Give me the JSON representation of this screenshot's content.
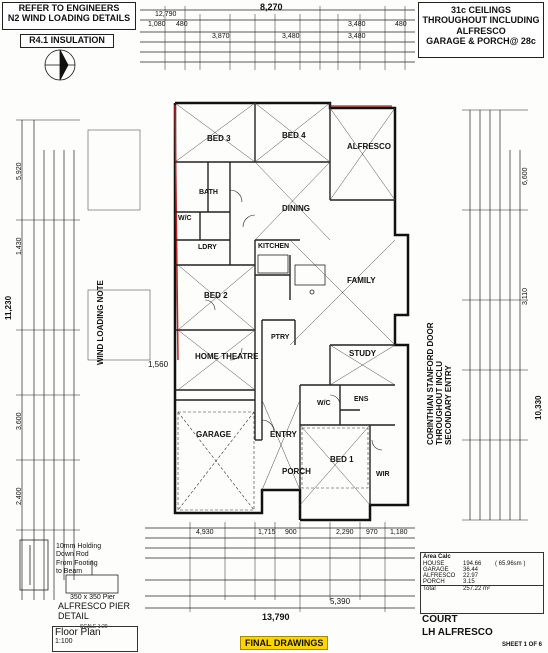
{
  "notes": {
    "engineers": "REFER TO ENGINEERS\nN2 WIND LOADING DETAILS",
    "insulation": "R4.1 INSULATION",
    "ceilings": "31c CEILINGS\nTHROUGHOUT INCLUDING\nALFRESCO\nGARAGE & PORCH@ 28c",
    "wind_loading": "WIND LOADING NOTE",
    "front_door": "CORINTHIAN STANFORD DOOR\nTHROUGHOUT INCLU\nSECONDARY ENTRY",
    "hold_down": "10mm Holding\nDown Rod\nFrom Footing\nto Beam",
    "pier_size": "350 x 350 Pier",
    "pier_detail": "ALFRESCO PIER\nDETAIL",
    "scale_note": "SCALE 1:20"
  },
  "top_dims": {
    "overall": "12,790",
    "row1": [
      "1,080",
      "480",
      "8,270",
      "3,480",
      "480"
    ],
    "row2": [
      "3,870",
      "3,480",
      "3,480"
    ]
  },
  "left_dims": [
    "5,920",
    "1,430",
    "11,230",
    "3,600",
    "2,400",
    "1,560"
  ],
  "right_dims": [
    "6,600",
    "3,110",
    "10,330"
  ],
  "bottom_dims": {
    "row1": [
      "4,930",
      "1,715",
      "900",
      "2,290",
      "970",
      "1,180"
    ],
    "overall": "13,790",
    "row2": [
      "5,390"
    ]
  },
  "rooms": {
    "bed3": "BED 3",
    "bed4": "BED 4",
    "alfresco": "ALFRESCO",
    "dining": "DINING",
    "bath": "BATH",
    "wc1": "W/C",
    "ldry": "LDRY",
    "kitchen": "KITCHEN",
    "family": "FAMILY",
    "bed2": "BED 2",
    "pantry": "PTRY",
    "home_theatre": "HOME THEATRE",
    "study": "STUDY",
    "garage": "GARAGE",
    "entry": "ENTRY",
    "porch": "PORCH",
    "wc2": "W/C",
    "ens": "ENS",
    "bed1": "BED 1",
    "wir": "WIR"
  },
  "area_calc": {
    "title": "Area Calc",
    "rows": [
      {
        "label": "HOUSE",
        "value": "194.66"
      },
      {
        "label": "GARAGE",
        "value": "36.44"
      },
      {
        "label": "ALFRESCO",
        "value": "22.97"
      },
      {
        "label": "PORCH",
        "value": "3.15"
      },
      {
        "label": "Total",
        "value": "257.22 m²"
      }
    ],
    "extra": "( 65.96sm )"
  },
  "title_block": {
    "court": "COURT",
    "lh_alfresco": "LH ALFRESCO",
    "floor_plan": "Floor Plan",
    "scale": "1:100",
    "final": "FINAL DRAWINGS",
    "sheet": "SHEET 1 OF 6"
  }
}
